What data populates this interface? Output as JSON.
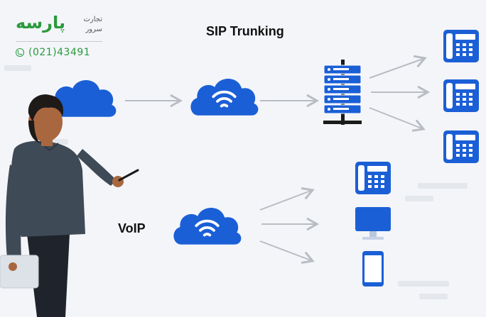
{
  "logo": {
    "brand": "پارسه",
    "tagline_line1": "تجارت",
    "tagline_line2": "سرور",
    "phone": "(021)43491"
  },
  "headings": {
    "sip": "SIP Trunking",
    "voip": "VoIP"
  },
  "colors": {
    "background": "#f3f5f9",
    "blue": "#1b5fd6",
    "brand_green": "#2a9a3c",
    "arrow": "#b9bdc3",
    "dark_shirt": "#3e4a56"
  },
  "icons": {
    "cloud_left": "cloud-icon",
    "cloud_wifi_top": "cloud-wifi-icon",
    "server": "server-rack-icon",
    "desk_phones": "desk-phone-icon",
    "cloud_wifi_bottom": "cloud-wifi-icon",
    "monitor": "monitor-icon",
    "mobile": "smartphone-icon",
    "person": "presenter-illustration"
  }
}
